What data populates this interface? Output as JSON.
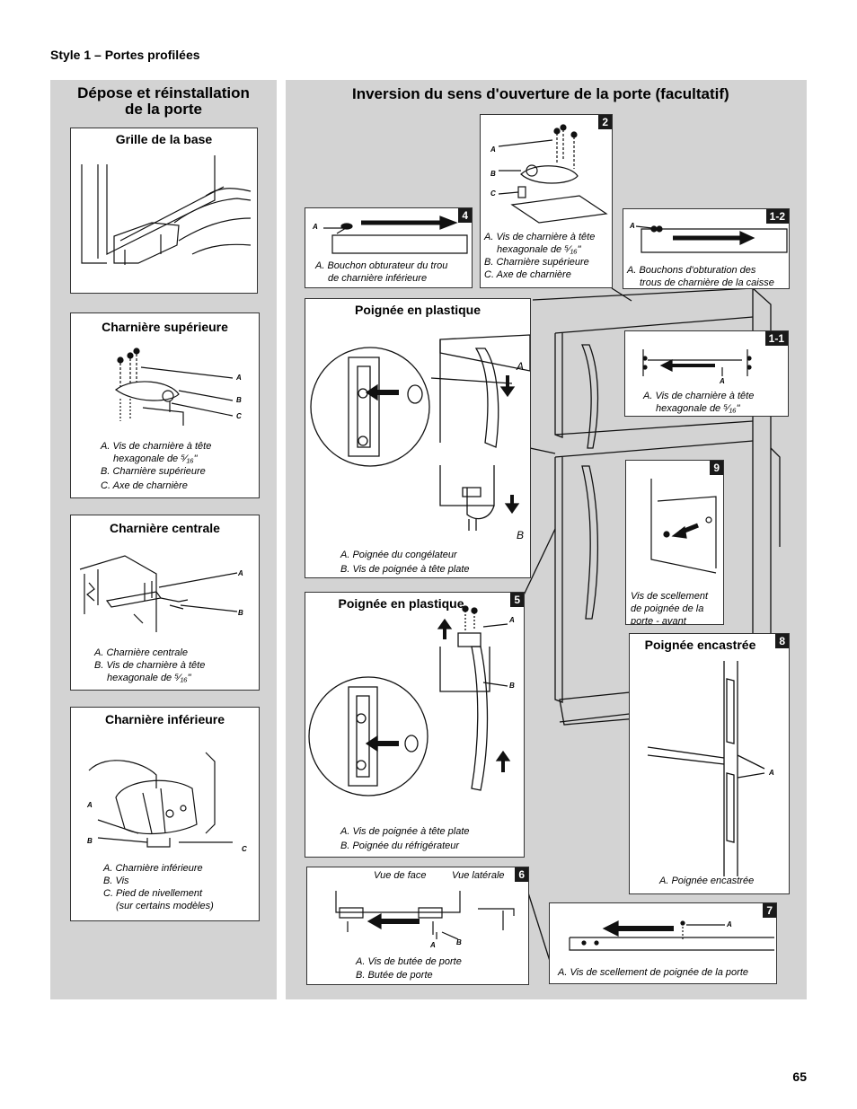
{
  "header": {
    "style_label": "Style 1 – Portes profilées"
  },
  "left_panel": {
    "title_line1": "Dépose et réinstallation",
    "title_line2": "de la porte",
    "grille": {
      "title": "Grille de la base"
    },
    "charniere_sup": {
      "title": "Charnière supérieure",
      "labels": [
        "A",
        "B",
        "C"
      ],
      "captions": [
        "A. Vis de charnière à tête",
        "hexagonale de ⁵⁄₁₆\"",
        "B. Charnière supérieure",
        "C. Axe de charnière"
      ]
    },
    "charniere_cen": {
      "title": "Charnière centrale",
      "labels": [
        "A",
        "B"
      ],
      "captions": [
        "A. Charnière centrale",
        "B. Vis de charnière à tête",
        "hexagonale de ⁵⁄₁₆\""
      ]
    },
    "charniere_inf": {
      "title": "Charnière inférieure",
      "labels": [
        "A",
        "B",
        "C"
      ],
      "captions": [
        "A. Charnière inférieure",
        "B. Vis",
        "C. Pied de nivellement",
        "(sur certains modèles)"
      ]
    }
  },
  "right_panel": {
    "title": "Inversion du sens d'ouverture de la porte (facultatif)",
    "step2": {
      "num": "2",
      "labels": [
        "A",
        "B",
        "C"
      ],
      "captions": [
        "A. Vis de charnière à tête",
        "hexagonale de ⁵⁄₁₆\"",
        "B. Charnière supérieure",
        "C. Axe de charnière"
      ]
    },
    "step4": {
      "num": "4",
      "labels": [
        "A"
      ],
      "captions": [
        "A. Bouchon obturateur du trou",
        "de charnière inférieure"
      ]
    },
    "step1_2": {
      "num": "1-2",
      "labels": [
        "A"
      ],
      "captions": [
        "A. Bouchons d'obturation des",
        "trous de charnière de la caisse"
      ]
    },
    "step1_1": {
      "num": "1-1",
      "labels": [
        "A"
      ],
      "captions": [
        "A. Vis de charnière à tête",
        "hexagonale de ⁵⁄₁₆\""
      ]
    },
    "poignee1": {
      "title": "Poignée en plastique",
      "labels": [
        "A",
        "B"
      ],
      "captions": [
        "A. Poignée du congélateur",
        "B. Vis de poignée à tête plate"
      ]
    },
    "step9": {
      "num": "9",
      "captions": [
        "Vis de scellement",
        "de poignée de la",
        "porte - avant"
      ]
    },
    "step5": {
      "num": "5",
      "title": "Poignée en plastique",
      "labels": [
        "A",
        "B"
      ],
      "captions": [
        "A. Vis de poignée à tête plate",
        "B. Poignée du réfrigérateur"
      ]
    },
    "step8": {
      "num": "8",
      "title": "Poignée encastrée",
      "labels": [
        "A"
      ],
      "captions": [
        "A. Poignée encastrée"
      ]
    },
    "step6": {
      "num": "6",
      "view_front": "Vue de face",
      "view_side": "Vue latérale",
      "labels": [
        "A",
        "B"
      ],
      "captions": [
        "A. Vis de butée de porte",
        "B. Butée de porte"
      ]
    },
    "step7": {
      "num": "7",
      "labels": [
        "A"
      ],
      "captions": [
        "A. Vis de scellement de poignée de la porte"
      ]
    }
  },
  "footer": {
    "page_number": "65"
  },
  "colors": {
    "panel": "#d3d3d3",
    "badge": "#1a1a1a"
  }
}
